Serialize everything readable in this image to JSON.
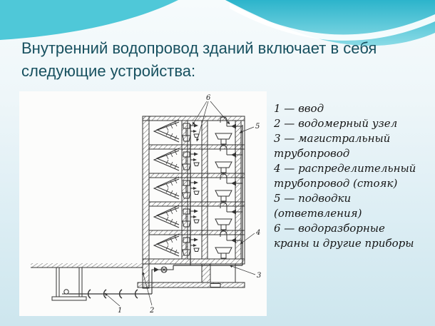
{
  "slide": {
    "title": "Внутренний водопровод зданий включает в себя следующие устройства:"
  },
  "legend": {
    "items": [
      "1 — ввод",
      "2 — водомерный узел",
      "3 — магистральный трубопровод",
      "4 — распределительный трубопровод (стояк)",
      "5 — подводки (ответвления)",
      "6 — водоразборные краны и другие приборы"
    ]
  },
  "diagram": {
    "callouts": {
      "inlet": "1",
      "meter": "2",
      "main": "3",
      "riser": "4",
      "branch": "5",
      "taps": "6"
    }
  },
  "colors": {
    "accent_turquoise": "#4fc8d8",
    "accent_teal": "#2cb4cb",
    "title_text": "#17505f",
    "panel_background": "#fcfcfb",
    "diagram_ink": "#333333",
    "slide_background_bottom": "#cde6ee"
  }
}
